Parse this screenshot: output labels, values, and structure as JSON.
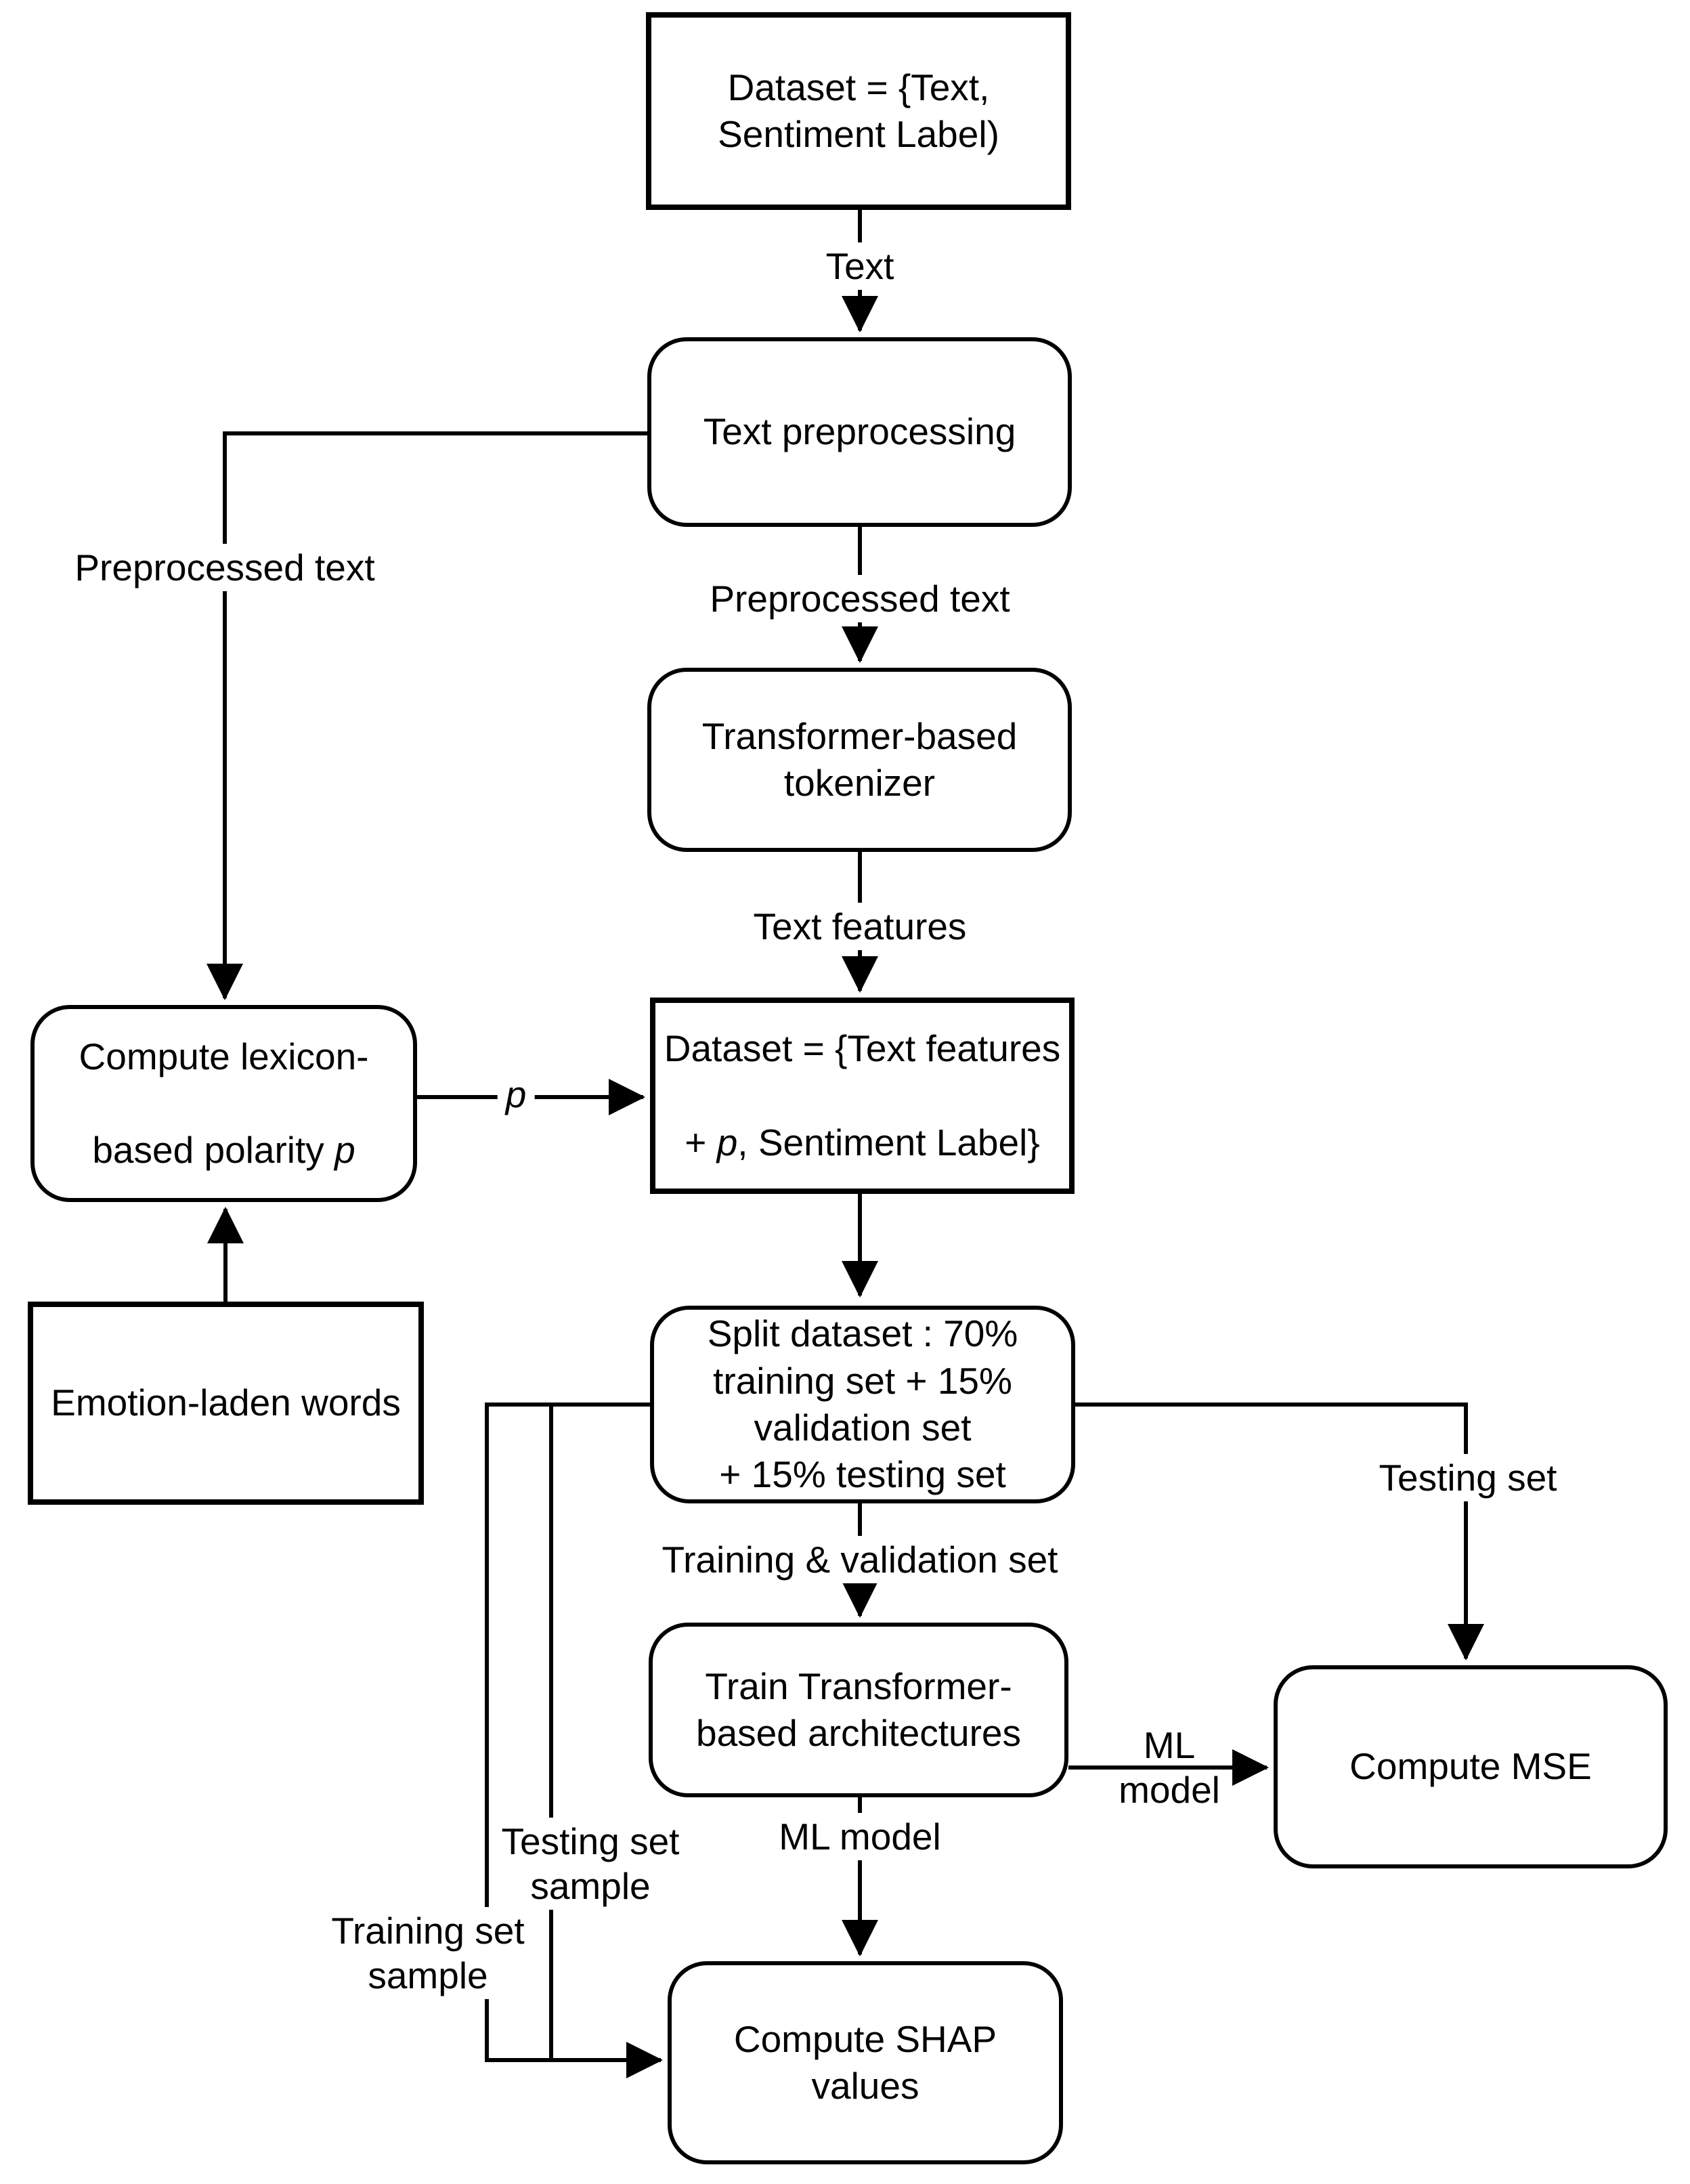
{
  "colors": {
    "background": "#ffffff",
    "stroke": "#000000",
    "text": "#000000"
  },
  "boxes": {
    "dataset_raw": {
      "text": "Dataset = {Text,\nSentiment Label)"
    },
    "text_preprocessing": {
      "text": "Text preprocessing"
    },
    "tokenizer": {
      "text": "Transformer-based\ntokenizer"
    },
    "dataset_features": {
      "line1": "Dataset = {Text features",
      "line2_pre": "+ ",
      "p": "p",
      "line2_post": ", Sentiment Label}"
    },
    "compute_polarity": {
      "line1": "Compute lexicon-",
      "line2_pre": "based polarity ",
      "p": "p"
    },
    "emotion_words": {
      "text": "Emotion-laden words"
    },
    "split_dataset": {
      "text": "Split dataset : 70%\ntraining set + 15%\nvalidation set\n+ 15% testing set"
    },
    "train_transformer": {
      "text": "Train Transformer-\nbased architectures"
    },
    "compute_mse": {
      "text": "Compute MSE"
    },
    "compute_shap": {
      "text": "Compute SHAP\nvalues"
    }
  },
  "edge_labels": {
    "text": "Text",
    "preprocessed_text_mid": "Preprocessed text",
    "preprocessed_text_left": "Preprocessed text",
    "text_features": "Text features",
    "p": "p",
    "training_validation_set": "Training & validation set",
    "ml_model_mid": "ML model",
    "ml_model_right": "ML\nmodel",
    "testing_set": "Testing set",
    "testing_set_sample": "Testing set\nsample",
    "training_set_sample": "Training set\nsample"
  }
}
